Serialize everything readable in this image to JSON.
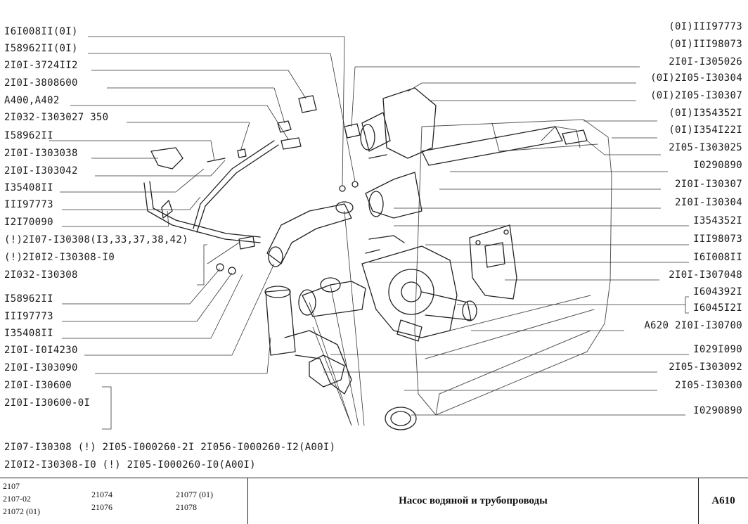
{
  "left_labels": [
    "I6I008II(0I)",
    "I58962II(0I)",
    "2I0I-3724II2",
    "2I0I-3808600",
    "A400,A402",
    "2I032-I303027 350",
    "I58962II",
    "2I0I-I303038",
    "2I0I-I303042",
    "I35408II",
    "III97773",
    "I2I70090",
    "(!)2I07-I30308(I3,33,37,38,42)",
    "(!)2I0I2-I30308-I0",
    "2I032-I30308",
    "I58962II",
    "III97773",
    "I35408II",
    "2I0I-I0I4230",
    "2I0I-I303090",
    "2I0I-I30600",
    "2I0I-I30600-0I"
  ],
  "right_labels": [
    "(0I)III97773",
    "(0I)III98073",
    "2I0I-I305026",
    "(0I)2I05-I30304",
    "(0I)2I05-I30307",
    "(0I)I354352I",
    "(0I)I354I22I",
    "2I05-I303025",
    "I0290890",
    "2I0I-I30307",
    "2I0I-I30304",
    "I354352I",
    "III98073",
    "I6I008II",
    "2I0I-I307048",
    "I604392I",
    "I6045I2I",
    "A620 2I0I-I30700",
    "I029I090",
    "2I05-I303092",
    "2I05-I30300",
    "I0290890"
  ],
  "bottom_notes": [
    "2I07-I30308 (!) 2I05-I000260-2I 2I056-I000260-I2(A00I)",
    "2I0I2-I30308-I0 (!) 2I05-I000260-I0(A00I)"
  ],
  "footer": {
    "models_col1": [
      "2107",
      "2107-02",
      "21072 (01)"
    ],
    "models_col2": [
      "21074",
      "21076"
    ],
    "models_col3": [
      "21077 (01)",
      "21078"
    ],
    "title": "Насос водяной и трубопроводы",
    "code": "A610"
  }
}
